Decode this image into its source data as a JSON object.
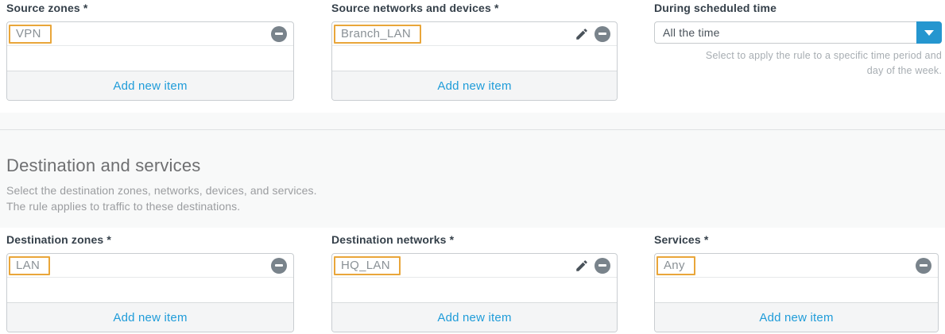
{
  "colors": {
    "link_blue": "#1f9cd9",
    "dropdown_button_blue": "#2596cf",
    "highlight_orange": "#e9a63a",
    "label_dark": "#35404a",
    "item_gray": "#8a9196",
    "section_band_gray": "#f8f9f9"
  },
  "icons": {
    "remove": "minus-circle-icon",
    "edit": "pencil-icon",
    "dropdown": "chevron-down-icon"
  },
  "source_section": {
    "zones": {
      "label": "Source zones *",
      "items": [
        "VPN"
      ],
      "add_label": "Add new item"
    },
    "networks": {
      "label": "Source networks and devices *",
      "items": [
        "Branch_LAN"
      ],
      "add_label": "Add new item"
    },
    "schedule": {
      "label": "During scheduled time",
      "value": "All the time",
      "help_line1": "Select to apply the rule to a specific time period and",
      "help_line2": "day of the week."
    }
  },
  "destination_section": {
    "title": "Destination and services",
    "subtitle_line1": "Select the destination zones, networks, devices, and services.",
    "subtitle_line2": "The rule applies to traffic to these destinations.",
    "zones": {
      "label": "Destination zones *",
      "items": [
        "LAN"
      ],
      "add_label": "Add new item"
    },
    "networks": {
      "label": "Destination networks *",
      "items": [
        "HQ_LAN"
      ],
      "add_label": "Add new item"
    },
    "services": {
      "label": "Services *",
      "items": [
        "Any"
      ],
      "add_label": "Add new item"
    }
  }
}
